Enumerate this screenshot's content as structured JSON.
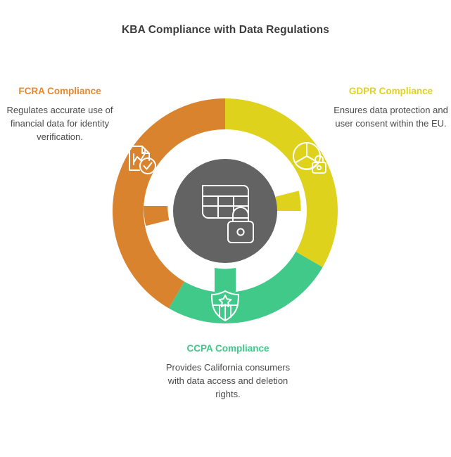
{
  "title": "KBA Compliance with Data Regulations",
  "center": {
    "icon": "table-lock-icon",
    "color": "#636363"
  },
  "segments": [
    {
      "id": "fcra",
      "heading": "FCRA Compliance",
      "body": "Regulates accurate use of financial data for identity verification.",
      "color": "#D9832F",
      "icon": "document-chart-check-icon",
      "start_angle": 0,
      "end_angle": 210
    },
    {
      "id": "gdpr",
      "heading": "GDPR Compliance",
      "body": "Ensures data protection and user consent within the EU.",
      "color": "#DFD21C",
      "icon": "pie-chart-lock-icon",
      "start_angle": 0,
      "end_angle": 120
    },
    {
      "id": "ccpa",
      "heading": "CCPA Compliance",
      "body": "Provides California consumers with data access and deletion rights.",
      "color": "#41C98A",
      "icon": "shield-star-icon",
      "start_angle": 120,
      "end_angle": 210
    }
  ],
  "colors": {
    "title": "#3c3c3c",
    "body_text": "#4a4a4a",
    "background": "#ffffff"
  }
}
